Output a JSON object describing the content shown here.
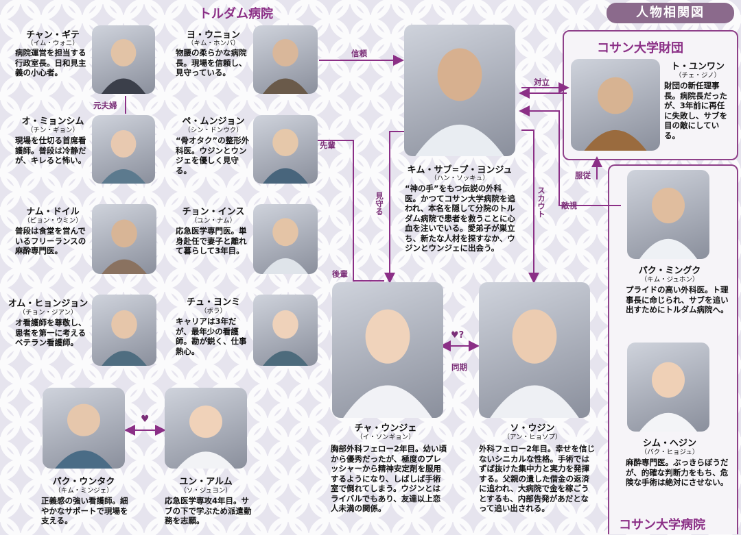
{
  "badge": "人物相関図",
  "sections": {
    "hospital": "トルダム病院",
    "foundation": "コサン大学財団",
    "univ_hospital": "コサン大学病院"
  },
  "people": {
    "chan": {
      "name": "チャン・ギテ",
      "actor": "（イム・ウォニ）",
      "desc": "病院運営を担当する行政室長。日和見主義の小心者。"
    },
    "yo": {
      "name": "ヨ・ウニョン",
      "actor": "（キム・ホンパ）",
      "desc": "物腰の柔らかな病院長。現場を信頼し、見守っている。"
    },
    "o": {
      "name": "オ・ミョンシム",
      "actor": "（チン・ギョン）",
      "desc": "現場を仕切る首席看護師。普段は冷静だが、キレると怖い。"
    },
    "be": {
      "name": "ペ・ムンジョン",
      "actor": "（シン・ドンウク）",
      "desc": "“骨オタク”の整形外科医。ウジンとウンジェを優しく見守る。"
    },
    "nam": {
      "name": "ナム・ドイル",
      "actor": "（ピョン・ウミン）",
      "desc": "普段は食堂を営んでいるフリーランスの麻酔専門医。"
    },
    "chon": {
      "name": "チョン・インス",
      "actor": "（ユン・ナム）",
      "desc": "応急医学専門医。単身赴任で妻子と離れて暮らして3年目。"
    },
    "om": {
      "name": "オム・ヒョンジョン",
      "actor": "（チョン・ジアン）",
      "desc": "オ看護師を尊敬し、患者を第一に考えるベテラン看護師。"
    },
    "chu": {
      "name": "チュ・ヨンミ",
      "actor": "（ボラ）",
      "desc": "キャリアは3年だが、最年少の看護師。勘が鋭く、仕事熱心。"
    },
    "kim": {
      "name": "キム・サブ=プ・ヨンジュ",
      "actor": "（ハン・ソッキュ）",
      "desc": "“神の手”をもつ伝説の外科医。かつてコサン大学病院を追われ、本名を隠して分院のトルダム病院で患者を救うことに心血を注いでいる。愛弟子が巣立ち、新たな人材を探すなか、ウジンとウンジェに出会う。"
    },
    "to": {
      "name": "ト・ユンワン",
      "actor": "（チェ・ジノ）",
      "desc": "財団の新任理事長。病院長だったが、3年前に再任に失敗し、サブを目の敵にしている。"
    },
    "park": {
      "name": "パク・ミングク",
      "actor": "（キム・ジュホン）",
      "desc": "プライドの高い外科医。ト理事長に命じられ、サブを追い出すためにトルダム病院へ。"
    },
    "cha": {
      "name": "チャ・ウンジェ",
      "actor": "（イ・ソンギョン）",
      "desc": "胸部外科フェロー2年目。幼い頃から優秀だったが、極度のプレッシャーから精神安定剤を服用するようになり、しばしば手術室で倒れてしまう。ウジンとはライバルでもあり、友達以上恋人未満の関係。"
    },
    "so": {
      "name": "ソ・ウジン",
      "actor": "（アン・ヒョソプ）",
      "desc": "外科フェロー2年目。幸せを信じないシニカルな性格。手術ではずば抜けた集中力と実力を発揮する。父親の遺した借金の返済に追われ、大病院で金を稼ごうとするも、内部告発があだとなって追い出される。"
    },
    "sim": {
      "name": "シム・ヘジン",
      "actor": "（パク・ヒョジュ）",
      "desc": "麻酔専門医。ぶっきらぼうだが、的確な判断力をもち、危険な手術は絶対にさせない。"
    },
    "pwt": {
      "name": "パク・ウンタク",
      "actor": "（キム・ミンジェ）",
      "desc": "正義感の強い看護師。細やかなサポートで現場を支える。"
    },
    "yun": {
      "name": "ユン・アルム",
      "actor": "（ソ・ジュヨン）",
      "desc": "応急医学専攻4年目。サブの下で学ぶため派遣勤務を志願。"
    }
  },
  "relations": {
    "ex_couple": "元夫婦",
    "trust": "信頼",
    "oppose": "対立",
    "obey": "服従",
    "hostile": "敵視",
    "senior": "先輩",
    "junior": "後輩",
    "watch": "見守る",
    "scout": "スカウト",
    "peer": "同期",
    "heart_q": "♥?",
    "heart": "♥"
  }
}
